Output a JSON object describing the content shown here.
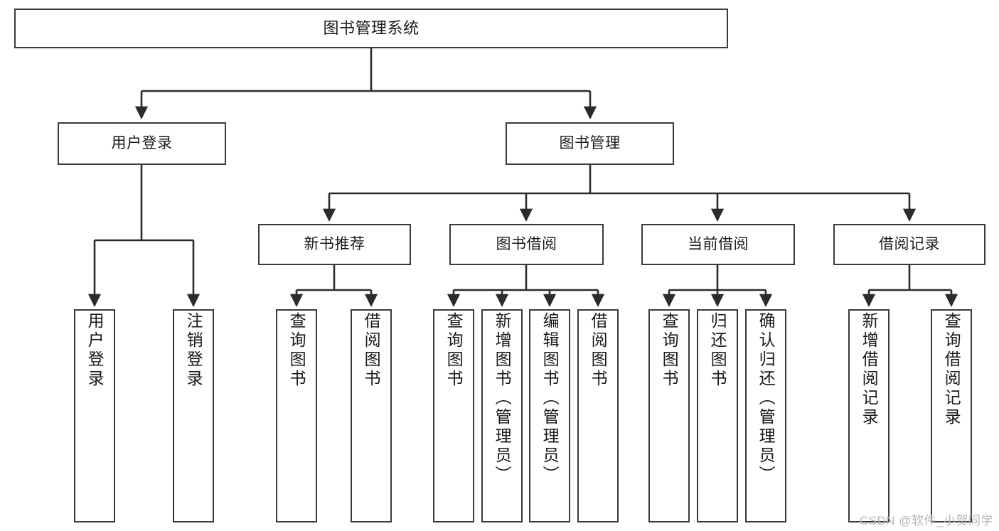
{
  "diagram": {
    "type": "tree-hierarchy",
    "title": "图书管理系统",
    "watermark": "CSDN @软件_小贺同学",
    "colors": {
      "box_border": "#3a3a3a",
      "box_fill": "#ffffff",
      "edge": "#2b2b2b",
      "text": "#1a1a1a",
      "watermark": "#b6b6b6",
      "background": "#ffffff"
    },
    "nodes": {
      "root": {
        "label": "图书管理系统"
      },
      "level1": [
        {
          "id": "user-login",
          "label": "用户登录"
        },
        {
          "id": "book-manage",
          "label": "图书管理"
        }
      ],
      "level2": [
        {
          "id": "new-book-recommend",
          "label": "新书推荐"
        },
        {
          "id": "book-borrow",
          "label": "图书借阅"
        },
        {
          "id": "current-borrow",
          "label": "当前借阅"
        },
        {
          "id": "borrow-record",
          "label": "借阅记录"
        }
      ],
      "leaves": {
        "user-login": [
          {
            "id": "leaf-user-login",
            "label": "用户登录"
          },
          {
            "id": "leaf-user-logout",
            "label": "注销登录"
          }
        ],
        "new-book-recommend": [
          {
            "id": "leaf-query-book-1",
            "label": "查询图书"
          },
          {
            "id": "leaf-borrow-book-1",
            "label": "借阅图书"
          }
        ],
        "book-borrow": [
          {
            "id": "leaf-query-book-2",
            "label": "查询图书"
          },
          {
            "id": "leaf-add-book",
            "label": "新增图书（管理员）"
          },
          {
            "id": "leaf-edit-book",
            "label": "编辑图书（管理员）"
          },
          {
            "id": "leaf-borrow-book-2",
            "label": "借阅图书"
          }
        ],
        "current-borrow": [
          {
            "id": "leaf-query-book-3",
            "label": "查询图书"
          },
          {
            "id": "leaf-return-book",
            "label": "归还图书"
          },
          {
            "id": "leaf-confirm-return",
            "label": "确认归还（管理员）"
          }
        ],
        "borrow-record": [
          {
            "id": "leaf-add-record",
            "label": "新增借阅记录"
          },
          {
            "id": "leaf-query-record",
            "label": "查询借阅记录"
          }
        ]
      }
    }
  }
}
